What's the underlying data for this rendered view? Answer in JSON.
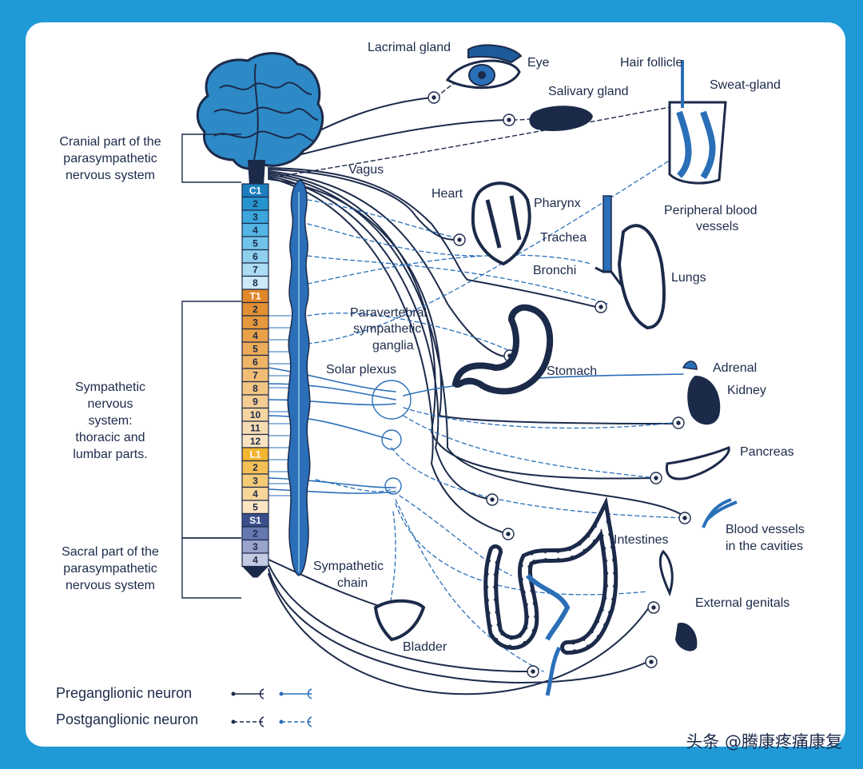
{
  "labels": {
    "lacrimal_gland": "Lacrimal gland",
    "eye": "Eye",
    "hair_follicle": "Hair follicle",
    "salivary_gland": "Salivary gland",
    "sweat_gland": "Sweat-gland",
    "vagus": "Vagus",
    "heart": "Heart",
    "pharynx": "Pharynx",
    "trachea": "Trachea",
    "bronchi": "Bronchi",
    "lungs": "Lungs",
    "peripheral_blood_1": "Peripheral blood",
    "peripheral_blood_2": "vessels",
    "paravertebral_1": "Paravertebral",
    "paravertebral_2": "sympathetic",
    "paravertebral_3": "ganglia",
    "solar_plexus": "Solar plexus",
    "stomach": "Stomach",
    "adrenal": "Adrenal",
    "kidney": "Kidney",
    "pancreas": "Pancreas",
    "blood_cavities_1": "Blood vessels",
    "blood_cavities_2": "in the cavities",
    "intestines": "Intestines",
    "external_genitals": "External genitals",
    "sympathetic_chain_1": "Sympathetic",
    "sympathetic_chain_2": "chain",
    "bladder": "Bladder",
    "cranial_1": "Cranial part of the",
    "cranial_2": "parasympathetic",
    "cranial_3": "nervous system",
    "symp_1": "Sympathetic",
    "symp_2": "nervous",
    "symp_3": "system:",
    "symp_4": "thoracic and",
    "symp_5": "lumbar parts.",
    "sacral_1": "Sacral part of the",
    "sacral_2": "parasympathetic",
    "sacral_3": "nervous system"
  },
  "legend": {
    "preganglionic": "Preganglionic neuron",
    "postganglionic": "Postganglionic neuron"
  },
  "watermark": "头条 @腾康疼痛康复",
  "spine_segments": [
    {
      "label": "C1",
      "color": "#1b7fbf",
      "light": true
    },
    {
      "label": "2",
      "color": "#2794cf",
      "light": false
    },
    {
      "label": "3",
      "color": "#3aa6dc",
      "light": false
    },
    {
      "label": "4",
      "color": "#55b6e5",
      "light": false
    },
    {
      "label": "5",
      "color": "#72c3ea",
      "light": false
    },
    {
      "label": "6",
      "color": "#90d0ef",
      "light": false
    },
    {
      "label": "7",
      "color": "#acdcf3",
      "light": false
    },
    {
      "label": "8",
      "color": "#cde9f7",
      "light": false
    },
    {
      "label": "T1",
      "color": "#e0872a",
      "light": true
    },
    {
      "label": "2",
      "color": "#e38f32",
      "light": false
    },
    {
      "label": "3",
      "color": "#e6983c",
      "light": false
    },
    {
      "label": "4",
      "color": "#e9a149",
      "light": false
    },
    {
      "label": "5",
      "color": "#ecab58",
      "light": false
    },
    {
      "label": "6",
      "color": "#efb466",
      "light": false
    },
    {
      "label": "7",
      "color": "#f1bd75",
      "light": false
    },
    {
      "label": "8",
      "color": "#f3c584",
      "light": false
    },
    {
      "label": "9",
      "color": "#f5cd93",
      "light": false
    },
    {
      "label": "10",
      "color": "#f7d5a2",
      "light": false
    },
    {
      "label": "11",
      "color": "#f8dcb1",
      "light": false
    },
    {
      "label": "12",
      "color": "#fae3c0",
      "light": false
    },
    {
      "label": "L1",
      "color": "#f2b530",
      "light": true
    },
    {
      "label": "2",
      "color": "#f4c055",
      "light": false
    },
    {
      "label": "3",
      "color": "#f6cb77",
      "light": false
    },
    {
      "label": "4",
      "color": "#f8d699",
      "light": false
    },
    {
      "label": "5",
      "color": "#fbe5c2",
      "light": false
    },
    {
      "label": "S1",
      "color": "#3a4f8a",
      "light": true
    },
    {
      "label": "2",
      "color": "#6678b0",
      "light": false
    },
    {
      "label": "3",
      "color": "#98a4cc",
      "light": false
    },
    {
      "label": "4",
      "color": "#c3cae2",
      "light": false
    }
  ]
}
